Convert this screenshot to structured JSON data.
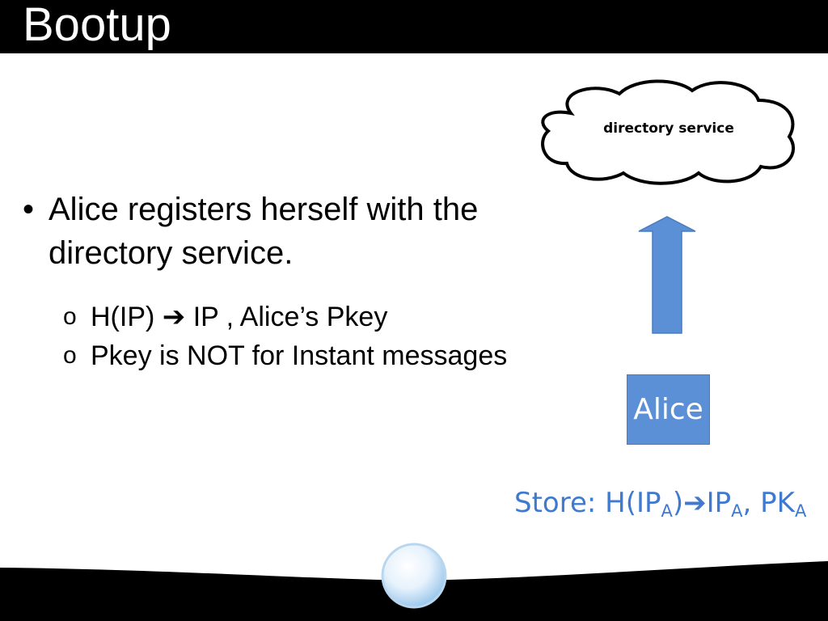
{
  "slide": {
    "title": "Bootup"
  },
  "bullets": {
    "main": "Alice registers herself with the directory service.",
    "sub": [
      "H(IP) ➔ IP , Alice’s Pkey",
      "Pkey is NOT for Instant messages"
    ]
  },
  "diagram": {
    "cloud_label": "directory service",
    "box_label": "Alice",
    "store": {
      "prefix": "Store: H(IP",
      "sub1": "A",
      "mid": ")➔IP",
      "sub2": "A",
      "tail": ", PK",
      "sub3": "A"
    }
  },
  "colors": {
    "box_fill": "#5b8fd6",
    "arrow_fill": "#5b8fd6",
    "store_text": "#3f79d0",
    "title_bar": "#000000"
  }
}
